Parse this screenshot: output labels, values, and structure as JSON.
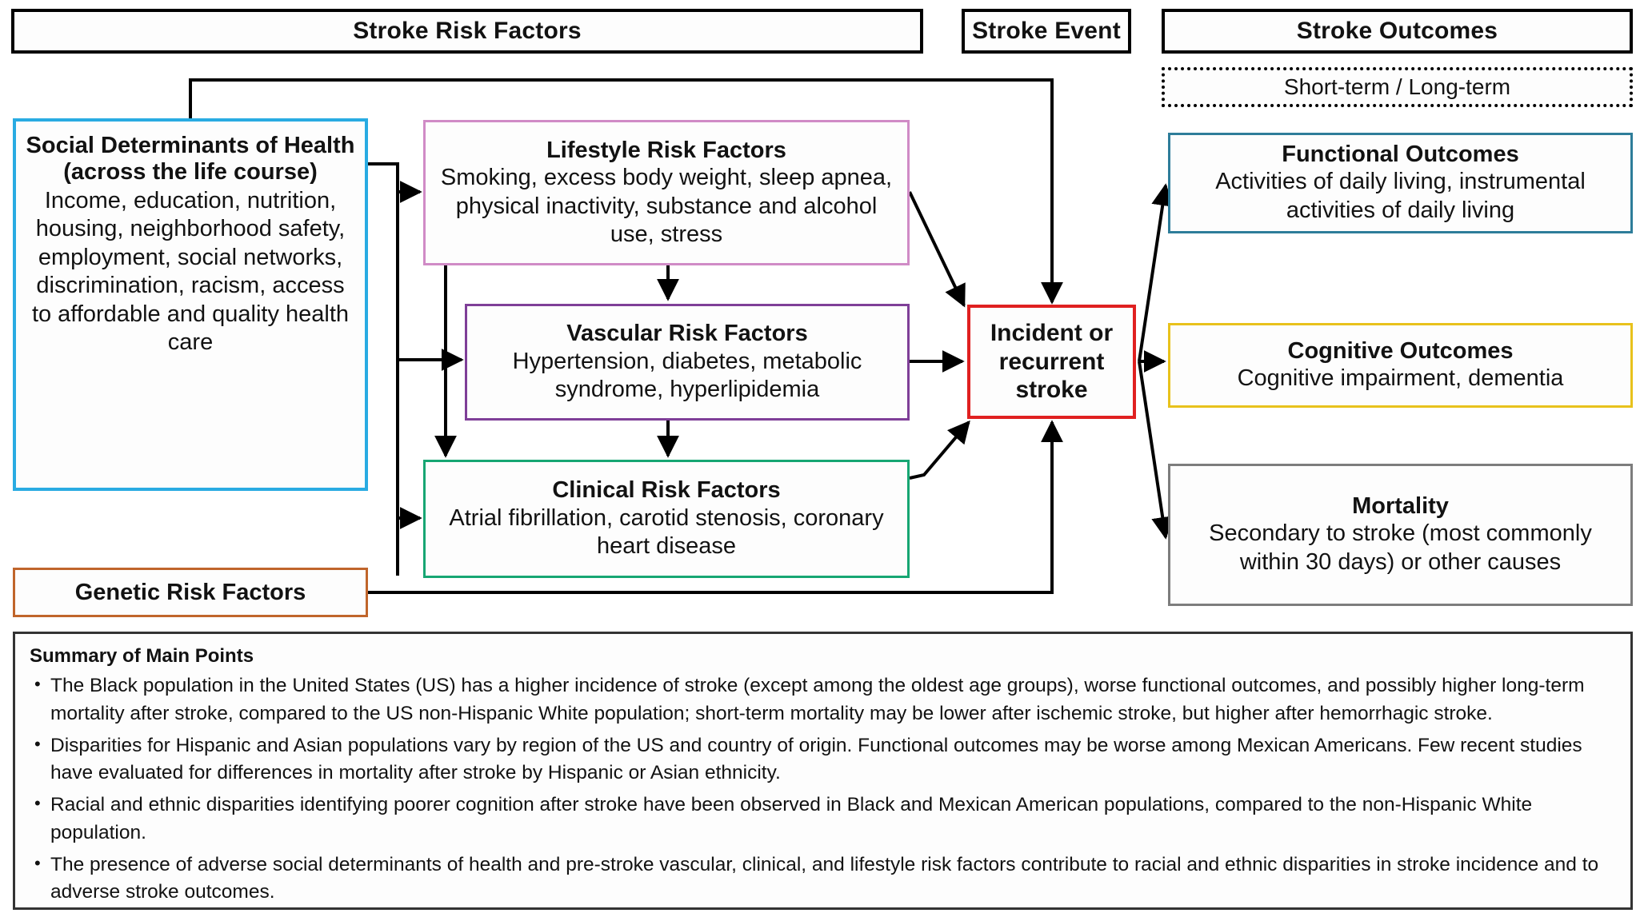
{
  "banners": {
    "risk_factors": "Stroke Risk Factors",
    "stroke_event": "Stroke Event",
    "stroke_outcomes": "Stroke Outcomes",
    "term": "Short-term  /  Long-term"
  },
  "colors": {
    "sdoh_border": "#29ABE2",
    "lifestyle_border": "#D08BC6",
    "vascular_border": "#7F3F98",
    "clinical_border": "#17A673",
    "genetic_border": "#C0652B",
    "stroke_border": "#E02020",
    "functional_border": "#2E7D9A",
    "cognitive_border": "#E8C21C",
    "mortality_border": "#7D7D7D",
    "banner_border": "#000000",
    "arrow": "#000000"
  },
  "nodes": {
    "sdoh": {
      "title": "Social Determinants of Health",
      "subtitle": "(across the life course)",
      "body": "Income, education, nutrition, housing, neighborhood safety, employment, social networks, discrimination, racism, access to affordable and quality health care"
    },
    "lifestyle": {
      "title": "Lifestyle Risk Factors",
      "body": "Smoking, excess body weight, sleep apnea, physical inactivity, substance and alcohol use, stress"
    },
    "vascular": {
      "title": "Vascular Risk Factors",
      "body": "Hypertension, diabetes, metabolic syndrome, hyperlipidemia"
    },
    "clinical": {
      "title": "Clinical Risk Factors",
      "body": "Atrial fibrillation, carotid stenosis, coronary heart disease"
    },
    "genetic": {
      "title": "Genetic Risk Factors"
    },
    "stroke": {
      "title": "Incident or recurrent stroke"
    },
    "functional": {
      "title": "Functional Outcomes",
      "body": "Activities of daily living, instrumental activities of daily living"
    },
    "cognitive": {
      "title": "Cognitive Outcomes",
      "body": "Cognitive impairment, dementia"
    },
    "mortality": {
      "title": "Mortality",
      "body": "Secondary to stroke (most commonly within 30 days) or other causes"
    }
  },
  "summary": {
    "title": "Summary of Main Points",
    "bullets": [
      "The Black population in the United States (US) has a higher incidence of stroke (except among the oldest age groups), worse functional outcomes, and possibly higher long-term mortality after stroke, compared to the US non-Hispanic White population; short-term mortality may be lower after ischemic stroke, but higher after hemorrhagic stroke.",
      "Disparities for Hispanic and Asian populations vary by region of the US and country of origin. Functional outcomes may be worse among Mexican Americans. Few recent studies have evaluated for differences in mortality after stroke by Hispanic or Asian ethnicity.",
      "Racial and ethnic disparities identifying poorer cognition after stroke have been observed in Black and Mexican American populations, compared to the non-Hispanic White population.",
      "The presence of adverse social determinants of health and pre-stroke vascular, clinical, and lifestyle risk factors contribute to racial and ethnic disparities in stroke incidence and to adverse stroke outcomes."
    ]
  }
}
